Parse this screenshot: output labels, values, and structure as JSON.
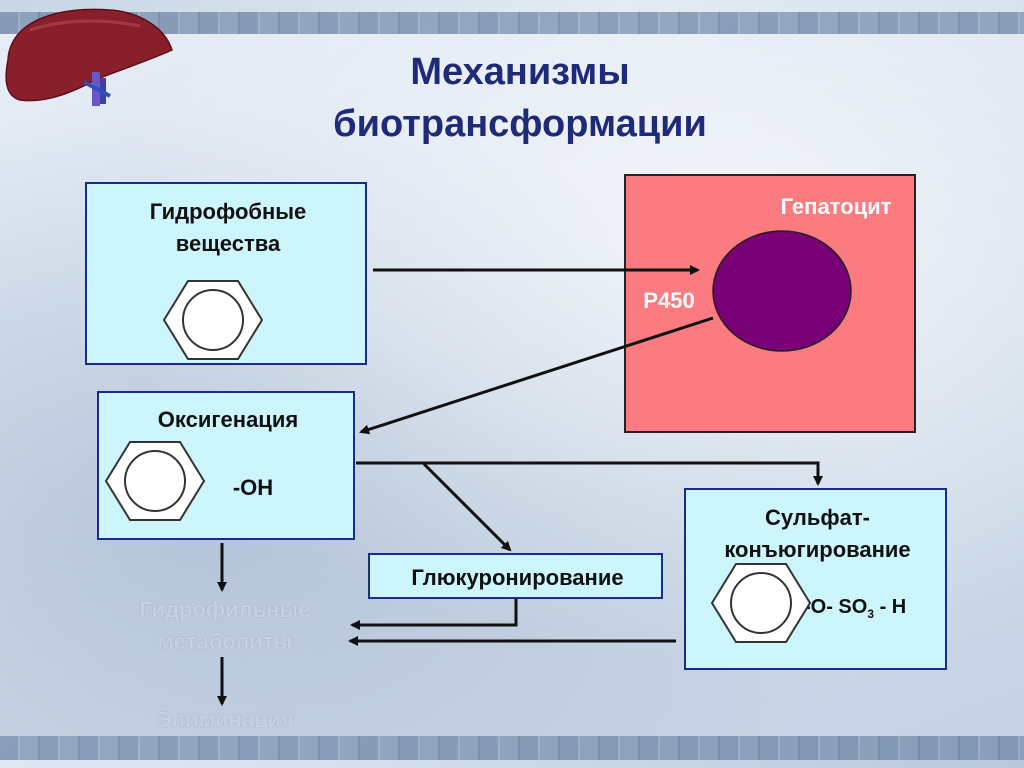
{
  "title": {
    "line1": "Механизмы",
    "line2": "биотрансформации"
  },
  "hydrophobic": {
    "label_line1": "Гидрофобные",
    "label_line2": "вещества"
  },
  "hepatocyte": {
    "label": "Гепатоцит",
    "enzyme": "P450"
  },
  "oxygenation": {
    "label": "Оксигенация",
    "group": "-OH"
  },
  "glucuronidation": {
    "label": "Глюкуронирование"
  },
  "sulfate": {
    "label_line1": "Сульфат-",
    "label_line2": "конъюгирование",
    "group_prefix": "-O- SO",
    "group_sub": "3",
    "group_suffix": " - H"
  },
  "hydrophilic": {
    "label_line1": "Гидрофильные",
    "label_line2": "метаболиты"
  },
  "elimination": {
    "label": "Элиминация"
  },
  "colors": {
    "box_fill": "#ccf6fb",
    "box_border": "#1b2b8c",
    "hepatocyte_fill": "#fb7b80",
    "nucleus": "#7a0077",
    "title": "#1f2a78"
  }
}
